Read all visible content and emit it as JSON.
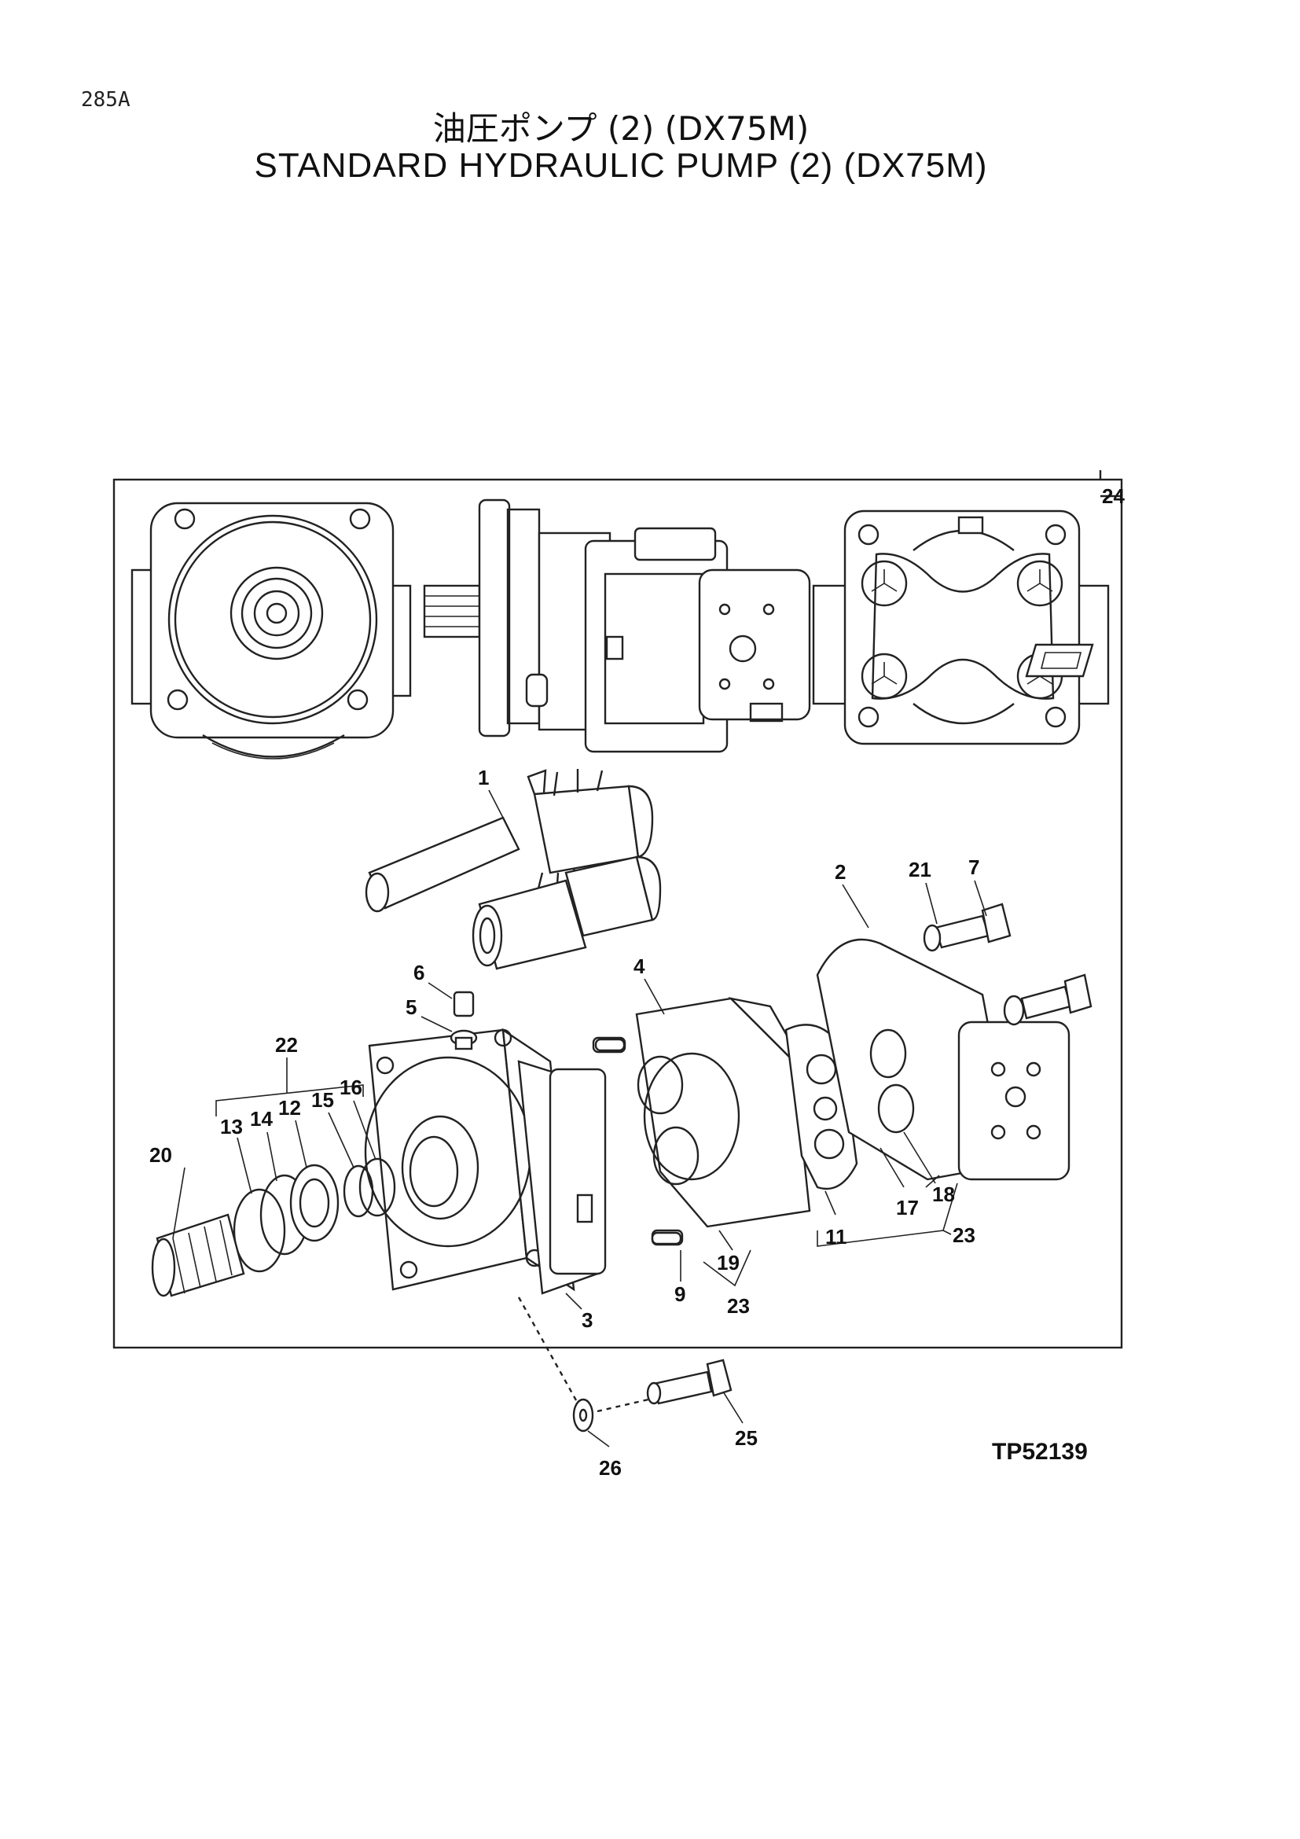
{
  "page": {
    "number": "285A",
    "title_jp": "油圧ポンプ (2) (DX75M)",
    "title_en": "STANDARD HYDRAULIC PUMP (2) (DX75M)",
    "figure_code": "TP52139"
  },
  "callouts": {
    "c1": "1",
    "c2": "2",
    "c3": "3",
    "c4": "4",
    "c5": "5",
    "c6": "6",
    "c7": "7",
    "c9": "9",
    "c11": "11",
    "c12": "12",
    "c13": "13",
    "c14": "14",
    "c15": "15",
    "c16": "16",
    "c17": "17",
    "c18": "18",
    "c19": "19",
    "c20": "20",
    "c21": "21",
    "c22": "22",
    "c23a": "23",
    "c23b": "23",
    "c24": "24",
    "c25": "25",
    "c26": "26"
  }
}
